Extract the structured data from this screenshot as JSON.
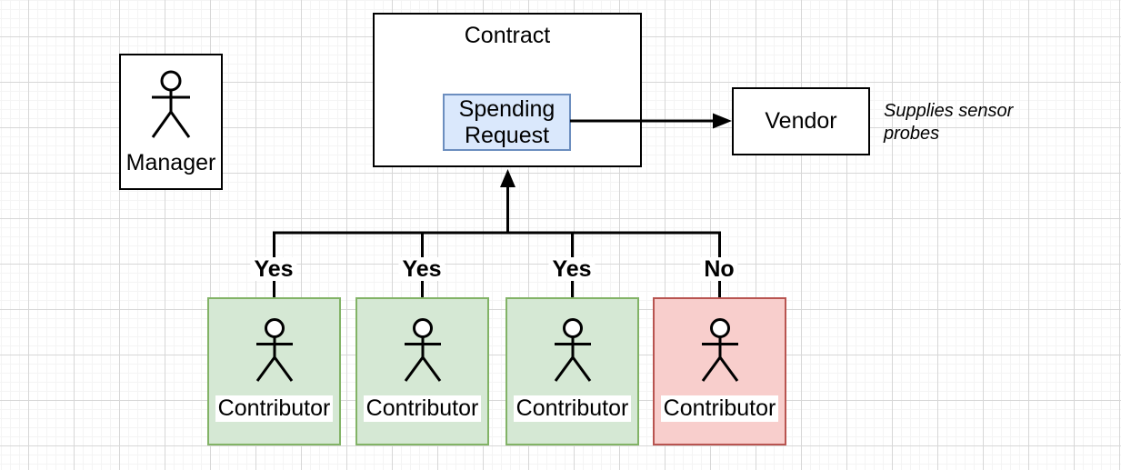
{
  "diagram": {
    "manager": {
      "label": "Manager"
    },
    "contract": {
      "title": "Contract",
      "spending_request": {
        "label": "Spending Request"
      }
    },
    "vendor": {
      "label": "Vendor",
      "annotation": "Supplies sensor probes"
    },
    "votes": [
      {
        "label": "Yes"
      },
      {
        "label": "Yes"
      },
      {
        "label": "Yes"
      },
      {
        "label": "No"
      }
    ],
    "contributors": [
      {
        "label": "Contributor",
        "vote": "Yes",
        "status": "approved"
      },
      {
        "label": "Contributor",
        "vote": "Yes",
        "status": "approved"
      },
      {
        "label": "Contributor",
        "vote": "Yes",
        "status": "approved"
      },
      {
        "label": "Contributor",
        "vote": "No",
        "status": "rejected"
      }
    ],
    "colors": {
      "approved_fill": "#d5e8d4",
      "approved_border": "#82b366",
      "rejected_fill": "#f8cecc",
      "rejected_border": "#b85450",
      "request_fill": "#dae8fc",
      "request_border": "#6c8ebf",
      "line": "#000000",
      "grid_major": "#d7d7d7",
      "grid_minor": "#f4f4f4"
    }
  }
}
